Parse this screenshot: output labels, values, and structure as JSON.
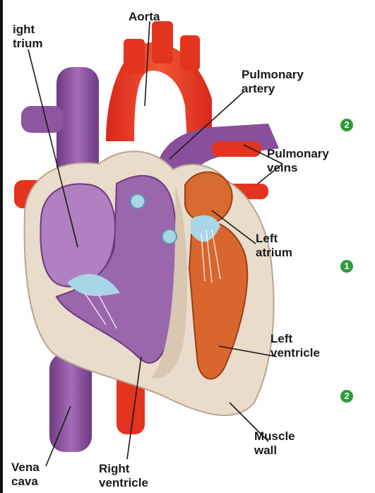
{
  "labels": {
    "right_atrium": "ight\ntrium",
    "aorta": "Aorta",
    "pulmonary_artery": "Pulmonary\nartery",
    "pulmonary_veins": "Pulmonary\nveins",
    "left_atrium": "Left\natrium",
    "left_ventricle": "Left\nventricle",
    "muscle_wall": "Muscle\nwall",
    "vena_cava": "Vena\ncava",
    "right_ventricle": "Right\nventricle"
  },
  "badges": [
    "2",
    "1",
    "2"
  ],
  "colors": {
    "oxygenated": "#e8321e",
    "deoxygenated": "#8a4f9a",
    "muscle": "#eadccb",
    "left_chamber": "#d9662d",
    "valve": "#a9d6e6",
    "badge": "#2f9a3a"
  }
}
